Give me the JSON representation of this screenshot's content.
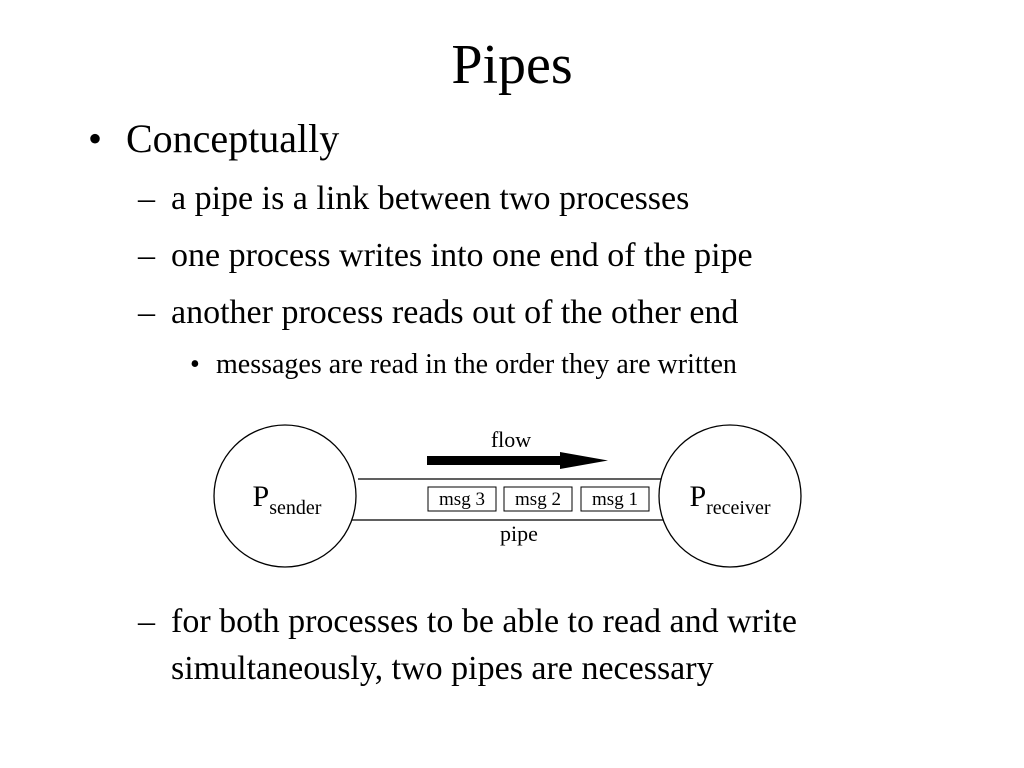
{
  "slide": {
    "title": "Pipes",
    "bullet_marker": "•",
    "dash_marker": "–",
    "main_bullet": "Conceptually",
    "sub_items": [
      "a pipe is a link between two processes",
      "one process writes into one end of the pipe",
      "another process reads out of the other end"
    ],
    "sub_sub_item": "messages are read in the order they are written",
    "final_item_lines": [
      "for both processes to be able to read and write",
      "simultaneously, two pipes are necessary"
    ]
  },
  "diagram": {
    "sender": {
      "main": "P",
      "subscript": "sender"
    },
    "receiver": {
      "main": "P",
      "subscript": "receiver"
    },
    "flow_label": "flow",
    "pipe_label": "pipe",
    "messages": [
      "msg 3",
      "msg 2",
      "msg 1"
    ]
  }
}
